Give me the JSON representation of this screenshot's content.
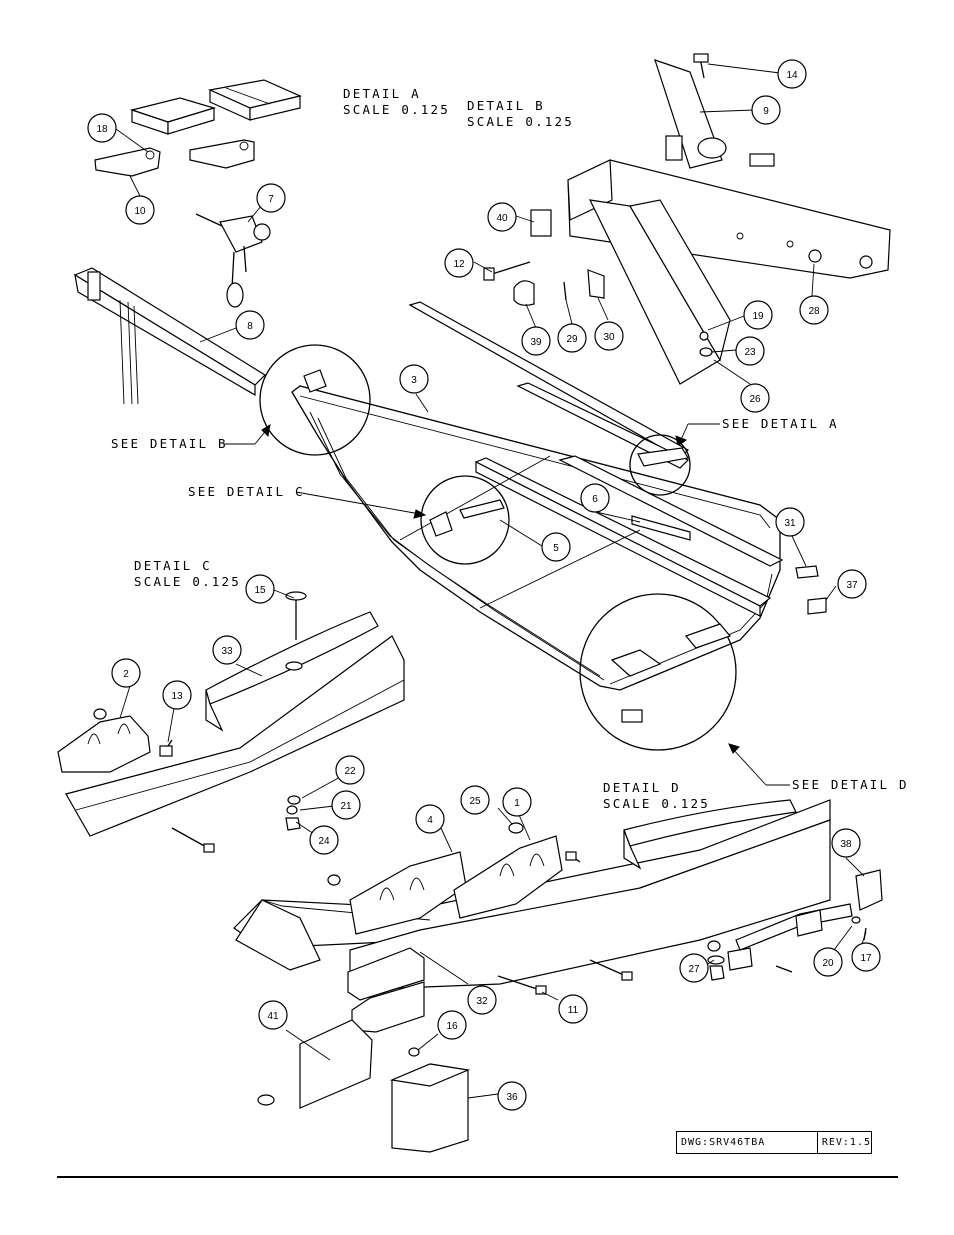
{
  "details": {
    "a_title": "DETAIL A",
    "a_scale": "SCALE 0.125",
    "b_title": "DETAIL B",
    "b_scale": "SCALE 0.125",
    "c_title": "DETAIL C",
    "c_scale": "SCALE 0.125",
    "d_title": "DETAIL D",
    "d_scale": "SCALE 0.125"
  },
  "callouts": {
    "see_a": "SEE DETAIL A",
    "see_b": "SEE DETAIL B",
    "see_c": "SEE DETAIL C",
    "see_d": "SEE DETAIL D"
  },
  "balloons": [
    "14",
    "9",
    "18",
    "10",
    "7",
    "40",
    "12",
    "39",
    "29",
    "30",
    "28",
    "19",
    "23",
    "26",
    "8",
    "3",
    "6",
    "5",
    "31",
    "37",
    "15",
    "33",
    "2",
    "13",
    "22",
    "21",
    "24",
    "25",
    "1",
    "4",
    "38",
    "20",
    "17",
    "27",
    "32",
    "11",
    "41",
    "16",
    "36"
  ],
  "title_block": {
    "dwg": "DWG:SRV46TBA",
    "rev": "REV:1.5"
  }
}
